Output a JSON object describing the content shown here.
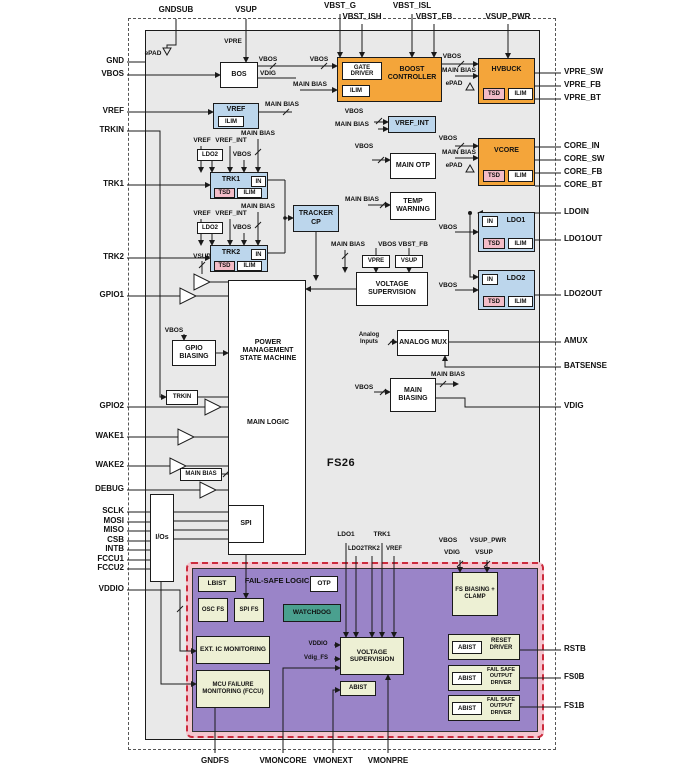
{
  "chip": {
    "name": "FS26"
  },
  "pins": {
    "top": [
      "GNDSUB",
      "VSUP",
      "VBST_G",
      "VBST_ISH",
      "VBST_ISL",
      "VBST_FB",
      "VSUP_PWR"
    ],
    "left": [
      "GND",
      "VBOS",
      "VREF",
      "TRKIN",
      "TRK1",
      "TRK2",
      "GPIO1",
      "GPIO2",
      "WAKE1",
      "WAKE2",
      "DEBUG",
      "SCLK",
      "MOSI",
      "MISO",
      "CSB",
      "INTB",
      "FCCU1",
      "FCCU2",
      "VDDIO"
    ],
    "right": [
      "VPRE_SW",
      "VPRE_FB",
      "VPRE_BT",
      "CORE_IN",
      "CORE_SW",
      "CORE_FB",
      "CORE_BT",
      "LDOIN",
      "LDO1OUT",
      "LDO2OUT",
      "AMUX",
      "BATSENSE",
      "VDIG",
      "RSTB",
      "FS0B",
      "FS1B"
    ],
    "bottom": [
      "GNDFS",
      "VMONCORE",
      "VMONEXT",
      "VMONPRE"
    ]
  },
  "blocks": {
    "bos": "BOS",
    "vref": "VREF",
    "vref_int": "VREF_INT",
    "ilim": "ILIM",
    "tsd": "TSD",
    "in": "IN",
    "gate_driver": "GATE DRIVER",
    "boost_controller": "BOOST CONTROLLER",
    "hvbuck": "HVBUCK",
    "vcore": "VCORE",
    "main_otp": "MAIN OTP",
    "temp_warning": "TEMP WARNING",
    "ldo1": "LDO1",
    "ldo2": "LDO2",
    "trk1": "TRK1",
    "trk2": "TRK2",
    "tracker_cp": "TRACKER CP",
    "voltage_supervision": "VOLTAGE SUPERVISION",
    "vpre": "VPRE",
    "vsup": "VSUP",
    "analog_mux": "ANALOG MUX",
    "main_biasing": "MAIN BIASING",
    "gpio_biasing": "GPIO BIASING",
    "psm": "POWER MANAGEMENT STATE MACHINE",
    "main_logic": "MAIN LOGIC",
    "spi": "SPI",
    "ios": "I/Os",
    "trkin": "TRKIN",
    "main_bias": "MAIN BIAS",
    "chip_name": "FS26"
  },
  "failsafe": {
    "title": "FAIL-SAFE LOGIC",
    "lbist": "LBIST",
    "otp": "OTP",
    "osc_fs": "OSC FS",
    "spi_fs": "SPI FS",
    "watchdog": "WATCHDOG",
    "ext_ic": "EXT. IC MONITORING",
    "mcu": "MCU FAILURE MONITORING (FCCU)",
    "voltage_supervision": "VOLTAGE SUPERVISION",
    "abist": "ABIST",
    "fs_biasing": "FS BIASING + CLAMP",
    "reset_driver": "RESET DRIVER",
    "output_driver": "FAIL SAFE OUTPUT DRIVER"
  },
  "wire_labels": {
    "vpre": "VPRE",
    "vbos": "VBOS",
    "vdig": "VDIG",
    "main_bias": "MAIN BIAS",
    "epad": "ePAD",
    "vsup": "VSUP",
    "vref": "VREF",
    "vref_int": "VREF_INT",
    "ldo1": "LDO1",
    "ldo2": "LDO2",
    "trk1": "TRK1",
    "trk2": "TRK2",
    "vbos_vbst_fb": "VBOS VBST_FB",
    "analog_inputs": "Analog Inputs",
    "vddio": "VDDIO",
    "vdig_fs": "Vdig_FS",
    "vsup_pwr": "VSUP_PWR"
  },
  "colors": {
    "orange": "#F4A53A",
    "blue": "#BCD6EC",
    "pink": "#F3BDC8",
    "purple": "#9A84C8",
    "yellow_green": "#EDF0D4",
    "teal": "#4AA08F",
    "failsafe_border": "#CC2B3D",
    "chip_bg": "#E9E9E9"
  }
}
